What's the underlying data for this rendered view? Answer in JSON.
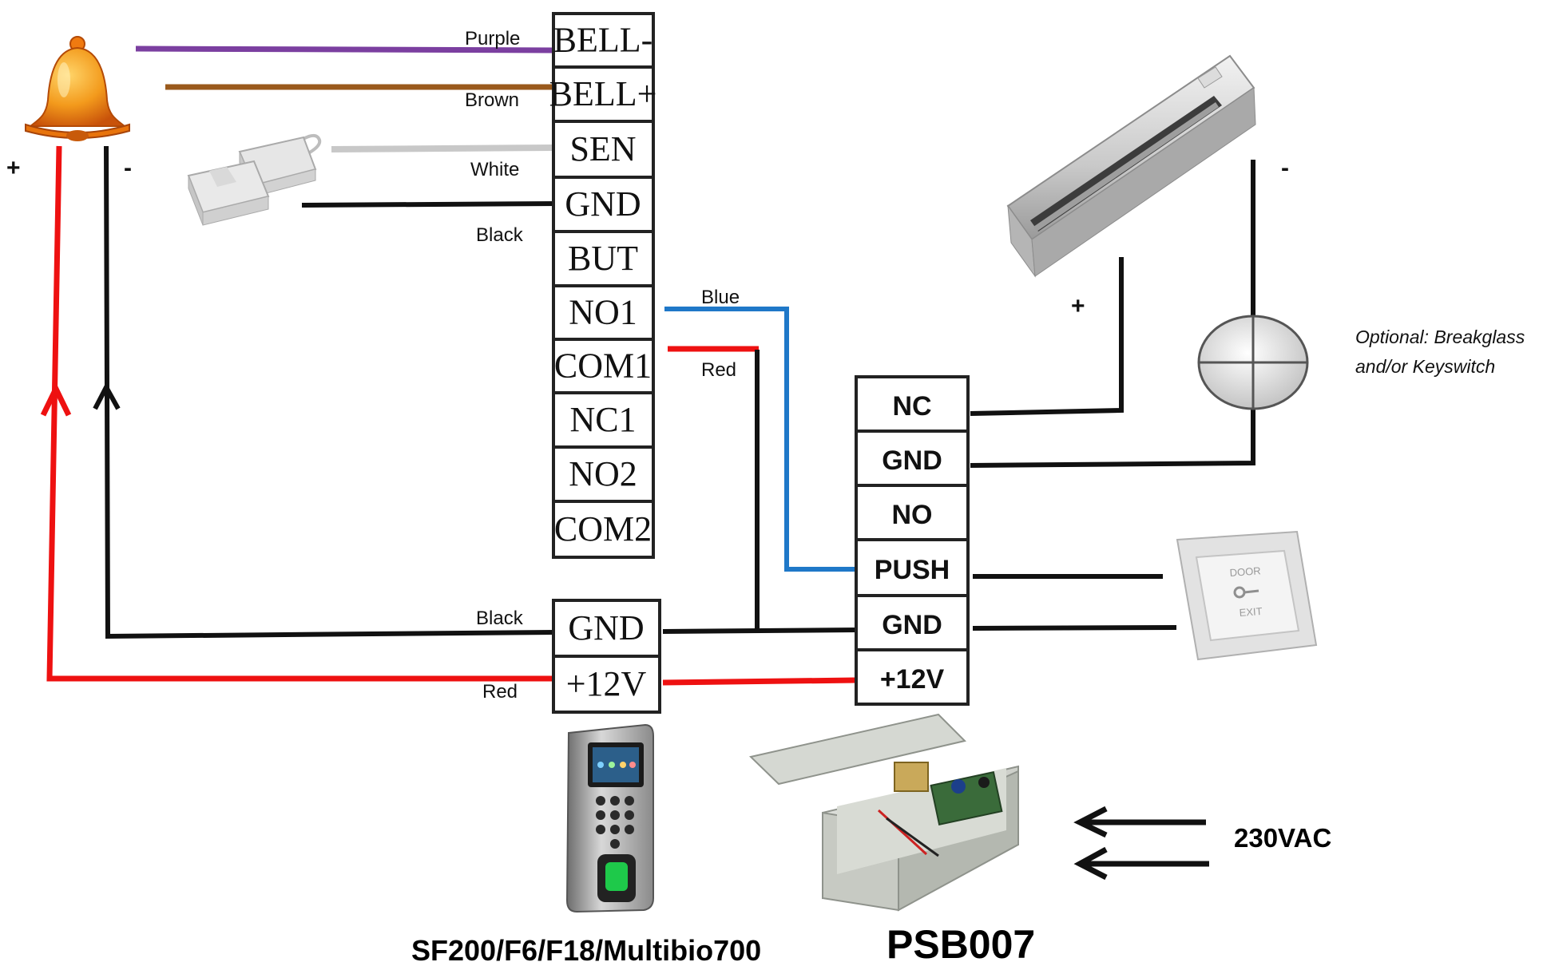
{
  "controller": {
    "top_terminals": [
      "BELL-",
      "BELL+",
      "SEN",
      "GND",
      "BUT",
      "NO1",
      "COM1",
      "NC1",
      "NO2",
      "COM2"
    ],
    "power_terminals": [
      "GND",
      "+12V"
    ],
    "model_label": "SF200/F6/F18/Multibio700"
  },
  "psu": {
    "terminals": [
      "NC",
      "GND",
      "NO",
      "PUSH",
      "GND",
      "+12V"
    ],
    "model_label": "PSB007",
    "input_label": "230VAC"
  },
  "wire_labels": {
    "bell_minus": "Purple",
    "bell_plus": "Brown",
    "sensor": "White",
    "sensor_gnd": "Black",
    "no1": "Blue",
    "com1": "Red",
    "power_gnd": "Black",
    "power_12v": "Red"
  },
  "polarity": {
    "bell_plus": "+",
    "bell_minus": "-",
    "lock_plus": "+",
    "lock_minus": "-"
  },
  "breakglass_note": [
    "Optional: Breakglass",
    "and/or Keyswitch"
  ],
  "exit_button_text": [
    "DOOR",
    "EXIT"
  ],
  "colors": {
    "purple": "#7b3fa0",
    "brown": "#9a5a1c",
    "white_wire": "#c8c8c8",
    "black": "#111111",
    "blue": "#1f78c8",
    "red": "#ee1111",
    "bell_orange": "#f08a10"
  },
  "icons": [
    "bell-icon",
    "door-sensor-icon",
    "magnetic-lock-icon",
    "breakglass-icon",
    "exit-button-icon",
    "fingerprint-reader-icon",
    "power-supply-box-icon"
  ]
}
